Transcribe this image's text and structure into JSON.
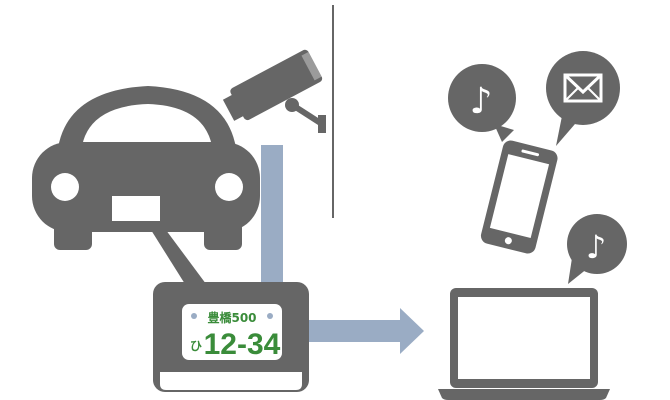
{
  "colors": {
    "dark_gray": "#666666",
    "blue_gray": "#9aacc4",
    "plate_green": "#3a8c3a",
    "background": "#ffffff"
  },
  "license_plate": {
    "region": "豊橋500",
    "kana": "ひ",
    "number": "12-34"
  },
  "icons": {
    "car": "car-icon",
    "camera": "security-camera-icon",
    "smartphone": "smartphone-icon",
    "laptop": "laptop-icon",
    "music_bubble_a": "music-note-icon",
    "mail_bubble": "envelope-icon",
    "music_bubble_b": "music-note-icon"
  }
}
